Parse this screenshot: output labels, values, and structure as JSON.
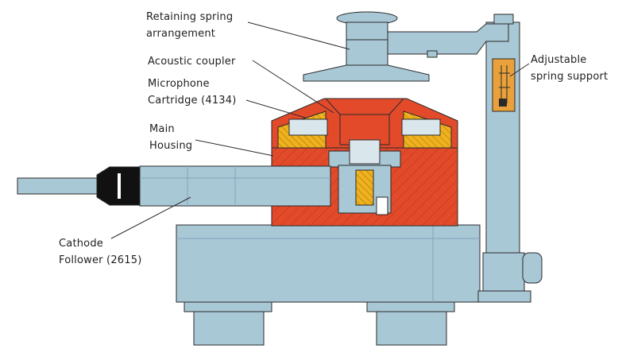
{
  "labels": {
    "retaining_spring": [
      "Retaining spring",
      "arrangement"
    ],
    "acoustic_coupler": [
      "Acoustic coupler"
    ],
    "microphone_cartridge": [
      "Microphone",
      "Cartridge (4134)"
    ],
    "main_housing": [
      "Main",
      "Housing"
    ],
    "cathode_follower": [
      "Cathode",
      "Follower (2615)"
    ],
    "adjustable_support": [
      "Adjustable",
      "spring support"
    ]
  },
  "colors": {
    "steel_blue": "#a9c8d6",
    "steel_dark": "#7fa5b7",
    "housing_red": "#e24a2a",
    "housing_hatch": "#b0381e",
    "insert_yellow": "#efb21e",
    "outline": "#2a2a2a",
    "scale_orange": "#eaa13b"
  }
}
